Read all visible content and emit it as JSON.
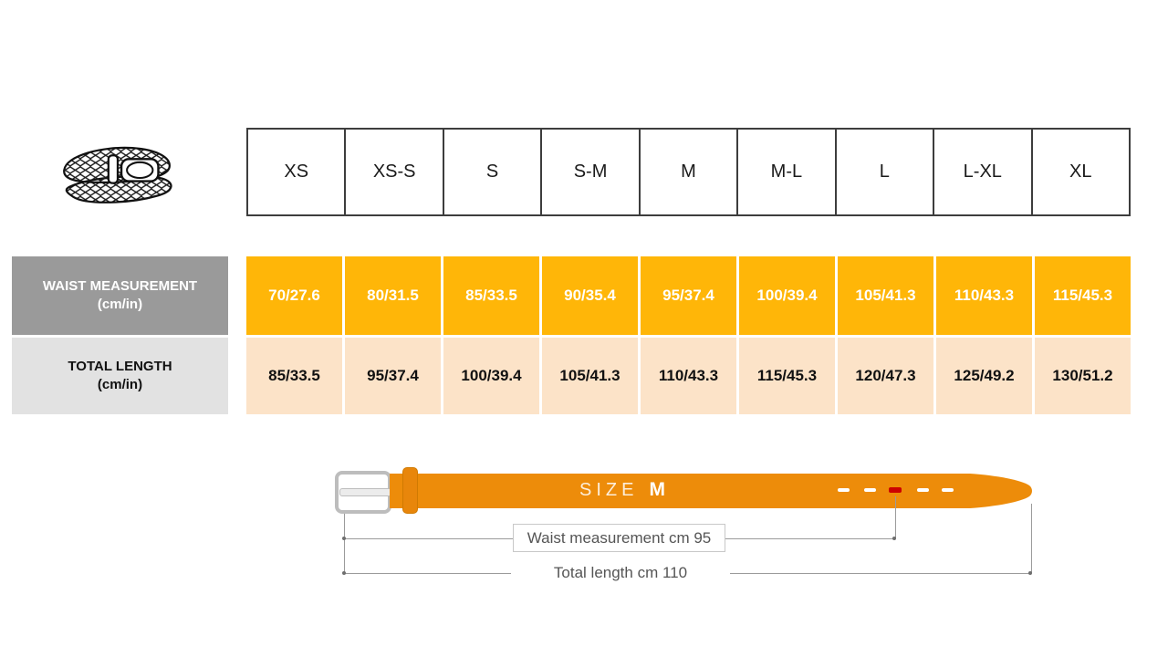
{
  "size_table": {
    "sizes": [
      "XS",
      "XS-S",
      "S",
      "S-M",
      "M",
      "M-L",
      "L",
      "L-XL",
      "XL"
    ],
    "waist": {
      "label_line1": "WAIST MEASUREMENT",
      "label_line2": "(cm/in)",
      "values": [
        "70/27.6",
        "80/31.5",
        "85/33.5",
        "90/35.4",
        "95/37.4",
        "100/39.4",
        "105/41.3",
        "110/43.3",
        "115/45.3"
      ]
    },
    "length": {
      "label_line1": "TOTAL LENGTH",
      "label_line2": "(cm/in)",
      "values": [
        "85/33.5",
        "95/37.4",
        "100/39.4",
        "105/41.3",
        "110/43.3",
        "115/45.3",
        "120/47.3",
        "125/49.2",
        "130/51.2"
      ]
    }
  },
  "belt_diagram": {
    "size_label": "SIZE",
    "size_value": "M",
    "waist_dimension_label": "Waist measurement cm 95",
    "total_dimension_label": "Total length cm 110"
  },
  "colors": {
    "waist_cell_bg": "#ffb608",
    "waist_label_bg": "#9a9a9a",
    "length_cell_bg": "#fce3c8",
    "length_label_bg": "#e2e2e2",
    "table_border": "#3d3d3d",
    "belt_strap_orange": "#ed8c0a",
    "belt_keeper_orange": "#e8860b",
    "hole_red": "#cc0000",
    "dimension_line_gray": "#9b9b9b"
  },
  "chart_data": {
    "type": "table",
    "title": "Belt size chart",
    "columns": [
      "XS",
      "XS-S",
      "S",
      "S-M",
      "M",
      "M-L",
      "L",
      "L-XL",
      "XL"
    ],
    "rows": [
      {
        "name": "Waist measurement (cm/in)",
        "values": [
          "70/27.6",
          "80/31.5",
          "85/33.5",
          "90/35.4",
          "95/37.4",
          "100/39.4",
          "105/41.3",
          "110/43.3",
          "115/45.3"
        ]
      },
      {
        "name": "Total length (cm/in)",
        "values": [
          "85/33.5",
          "95/37.4",
          "100/39.4",
          "105/41.3",
          "110/43.3",
          "115/45.3",
          "120/47.3",
          "125/49.2",
          "130/51.2"
        ]
      }
    ],
    "annotations": [
      "SIZE M",
      "Waist measurement cm 95",
      "Total length cm 110"
    ]
  }
}
